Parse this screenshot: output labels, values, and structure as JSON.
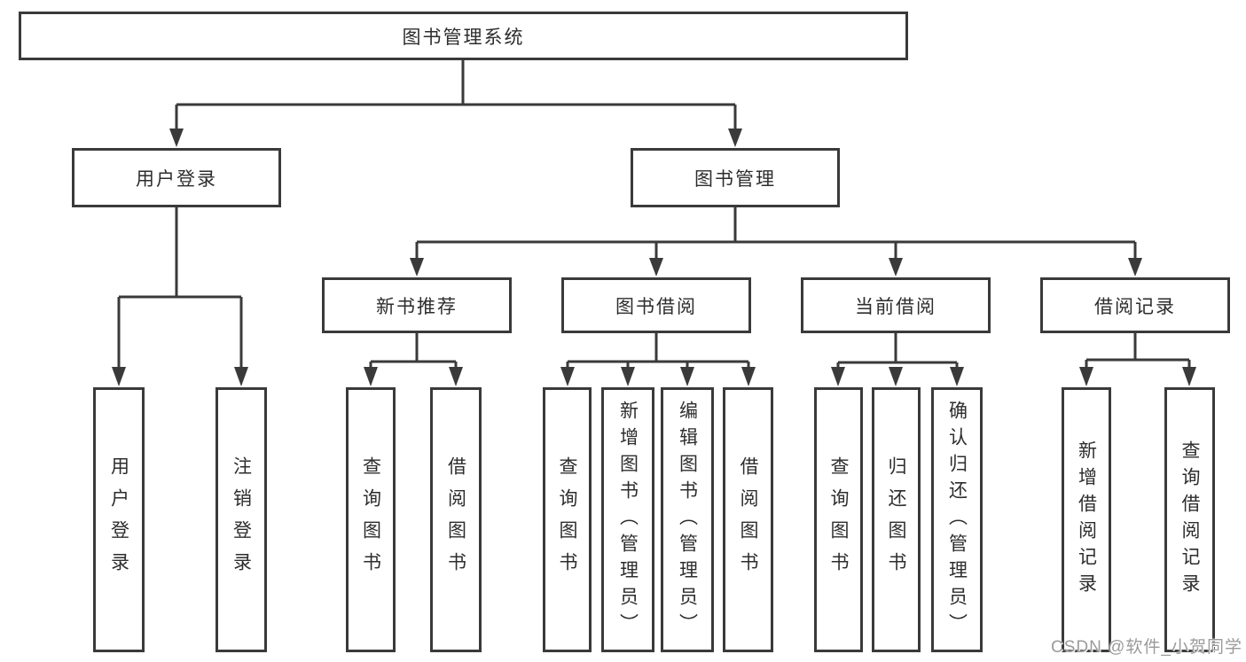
{
  "diagram": {
    "type": "tree",
    "title": "图书管理系统",
    "nodes": {
      "root": {
        "label": "图书管理系统"
      },
      "level2": [
        {
          "label": "用户登录",
          "parent": "图书管理系统"
        },
        {
          "label": "图书管理",
          "parent": "图书管理系统"
        }
      ],
      "level3": [
        {
          "label": "新书推荐",
          "parent": "图书管理"
        },
        {
          "label": "图书借阅",
          "parent": "图书管理"
        },
        {
          "label": "当前借阅",
          "parent": "图书管理"
        },
        {
          "label": "借阅记录",
          "parent": "图书管理"
        }
      ],
      "leaves": [
        {
          "label": "用户登录",
          "parent": "用户登录"
        },
        {
          "label": "注销登录",
          "parent": "用户登录"
        },
        {
          "label": "查询图书",
          "parent": "新书推荐"
        },
        {
          "label": "借阅图书",
          "parent": "新书推荐"
        },
        {
          "label": "查询图书",
          "parent": "图书借阅"
        },
        {
          "label": "新增图书（管理员）",
          "parent": "图书借阅"
        },
        {
          "label": "编辑图书（管理员）",
          "parent": "图书借阅"
        },
        {
          "label": "借阅图书",
          "parent": "图书借阅"
        },
        {
          "label": "查询图书",
          "parent": "当前借阅"
        },
        {
          "label": "归还图书",
          "parent": "当前借阅"
        },
        {
          "label": "确认归还（管理员）",
          "parent": "当前借阅"
        },
        {
          "label": "新增借阅记录",
          "parent": "借阅记录"
        },
        {
          "label": "查询借阅记录",
          "parent": "借阅记录"
        }
      ]
    },
    "colors": {
      "line": "#3a3a3a",
      "box_fill": "#ffffff",
      "text": "#2d2d2d",
      "watermark": "#9b9b9b"
    },
    "watermark": {
      "text": "CSDN @软件_小贺同学"
    }
  }
}
